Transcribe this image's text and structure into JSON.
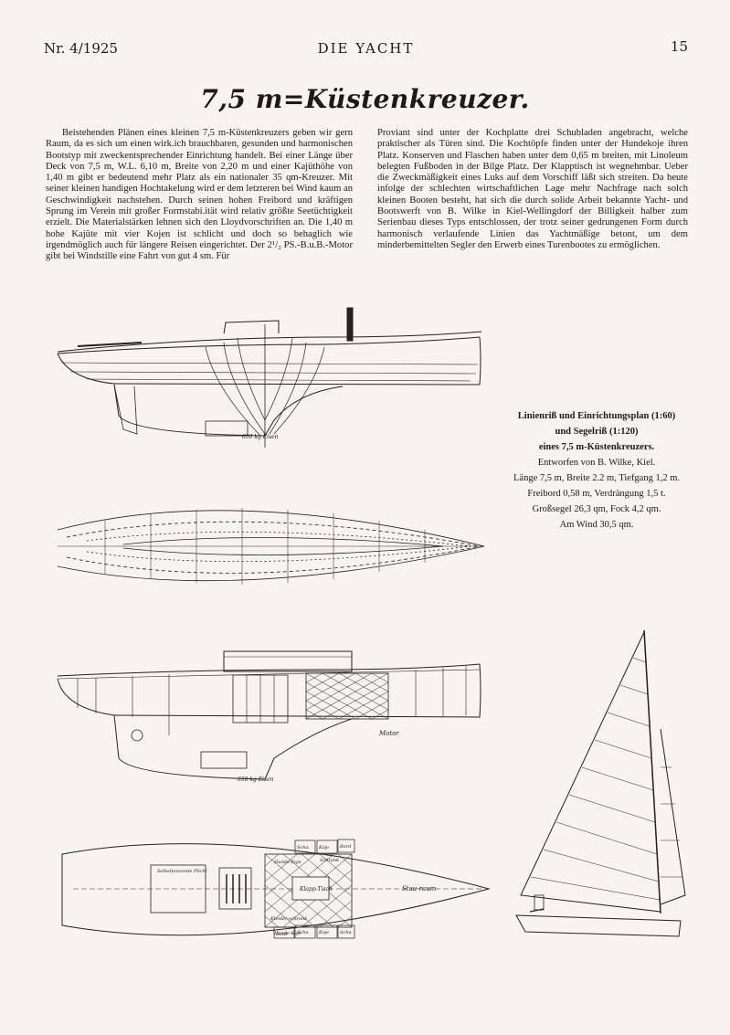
{
  "header": {
    "issue": "Nr. 4/1925",
    "journal": "DIE YACHT",
    "page_number": "15"
  },
  "article": {
    "title": "7,5 m=Küstenkreuzer.",
    "column1": "Beistehenden Plänen eines kleinen 7,5 m-Küstenkreuzers geben wir gern Raum, da es sich um einen wirk.ich brauchbaren, gesunden und harmonischen Bootstyp mit zweckentsprechender Einrichtung handelt. Bei einer Länge über Deck von 7,5 m, W.L. 6,10 m, Breite von 2,20 m und einer Kajüthöhe von 1,40 m gibt er bedeutend mehr Platz als ein nationaler 35 qm-Kreuzer. Mit seiner kleinen handigen Hochtakelung wird er dem letzteren bei Wind kaum an Geschwindigkeit nachstehen. Durch seinen hohen Freibord und kräftigen Sprung im Verein mit großer Formstabi.ität wird relativ größte Seetüchtigkeit erzielt. Die Materialstärken lehnen sich den Lloydvorschriften an. Die 1,40 m hohe Kajüte mit vier Kojen ist schlicht und doch so behaglich wie irgendmöglich auch für längere Reisen eingerichtet. Der 2¹/₂ PS.-B.u.B.-Motor gibt bei Windstille eine Fahrt von gut 4 sm. Für",
    "column2": "Proviant sind unter der Kochplatte drei Schubladen angebracht, welche praktischer als Türen sind. Die Kochtöpfe finden unter der Hundekoje ihren Platz. Konserven und Flaschen haben unter dem 0,65 m breiten, mit Linoleum belegten Fußboden in der Bilge Platz. Der Klapptisch ist wegnehmbar. Ueber die Zweckmäßigkeit eines Luks auf dem Vorschiff läßt sich streiten. Da heute infolge der schlechten wirtschaftlichen Lage mehr Nachfrage nach solch kleinen Booten besteht, hat sich die durch solide Arbeit bekannte Yacht- und Bootswerft von B. Wilke in Kiel-Wellingdorf der Billigkeit halber zum Serienbau dieses Typs entschlossen, der trotz seiner gedrungenen Form durch harmonisch verlaufende Linien das Yachtmäßige betont, um dem minderbemittelten Segler den Erwerb eines Turenbootes zu ermöglichen."
  },
  "caption": {
    "line1": "Linienriß und Einrichtungsplan (1:60)",
    "line2": "und Segelriß (1:120)",
    "line3": "eines 7,5 m-Küstenkreuzers.",
    "line4": "Entworfen von B. Wilke, Kiel.",
    "line5": "Länge 7,5 m, Breite 2.2 m, Tiefgang 1,2 m.",
    "line6": "Freibord 0,58 m, Verdrängung 1,5 t.",
    "line7": "Großsegel 26,3 qm, Fock 4,2 qm.",
    "line8": "Am Wind 30,5 qm."
  },
  "drawing_labels": {
    "keel_label_top": "650 kg Eisen",
    "keel_label_mid": "650 kg Eisen",
    "motor": "Motor",
    "deck_plan": {
      "hundekoje_top": "Hunde-Koje",
      "hundekoje_bottom": "Hunde-Koje",
      "selbstlenzende_plicht": "Selbstlenzende Plicht",
      "klapptisch": "Klapp-Tisch",
      "stauraum": "Stau-raum",
      "kleiderschrank": "Kleider-schrank",
      "schrank": "Schrank",
      "schapp_top": "Scha.",
      "schapp_bottom": "Scha.",
      "schapp_bottom2": "Scha.",
      "kojen_top": "Koje",
      "kojen_bottom": "Koje",
      "bord_top": "Bord",
      "bord_bottom": "Bord"
    }
  },
  "colors": {
    "paper": "#f6f4ee",
    "ink": "#1c1b18"
  }
}
